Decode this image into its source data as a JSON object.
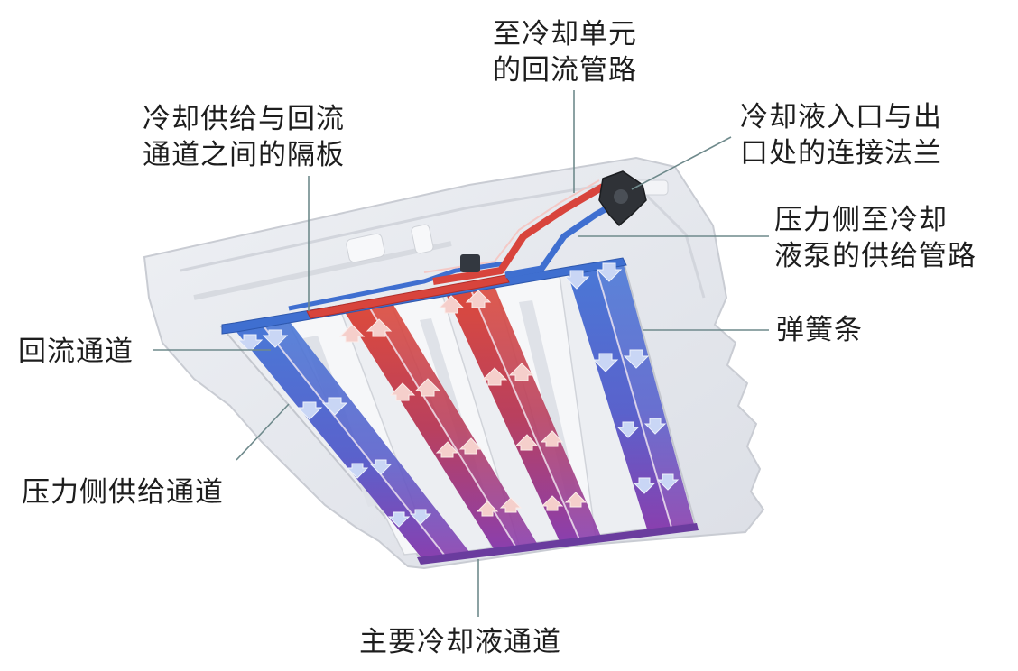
{
  "labels": {
    "return_pipe": [
      "至冷却单元",
      "的回流管路"
    ],
    "divider": [
      "冷却供给与回流",
      "通道之间的隔板"
    ],
    "flange": [
      "冷却液入口与出",
      "口处的连接法兰"
    ],
    "supply_pipe": [
      "压力侧至冷却",
      "液泵的供给管路"
    ],
    "spring_strip": "弹簧条",
    "return_channel": "回流通道",
    "supply_channel": "压力侧供给通道",
    "main_channel": "主要冷却液通道"
  },
  "colors": {
    "supply": "#3f6fd0",
    "return": "#d8443c",
    "mixed": "#8a3fae",
    "tray": "#e6e8ee",
    "leader": "#6f8a8c"
  },
  "icons": [
    "down-arrow-icon",
    "up-arrow-icon",
    "flange-connector-icon"
  ]
}
